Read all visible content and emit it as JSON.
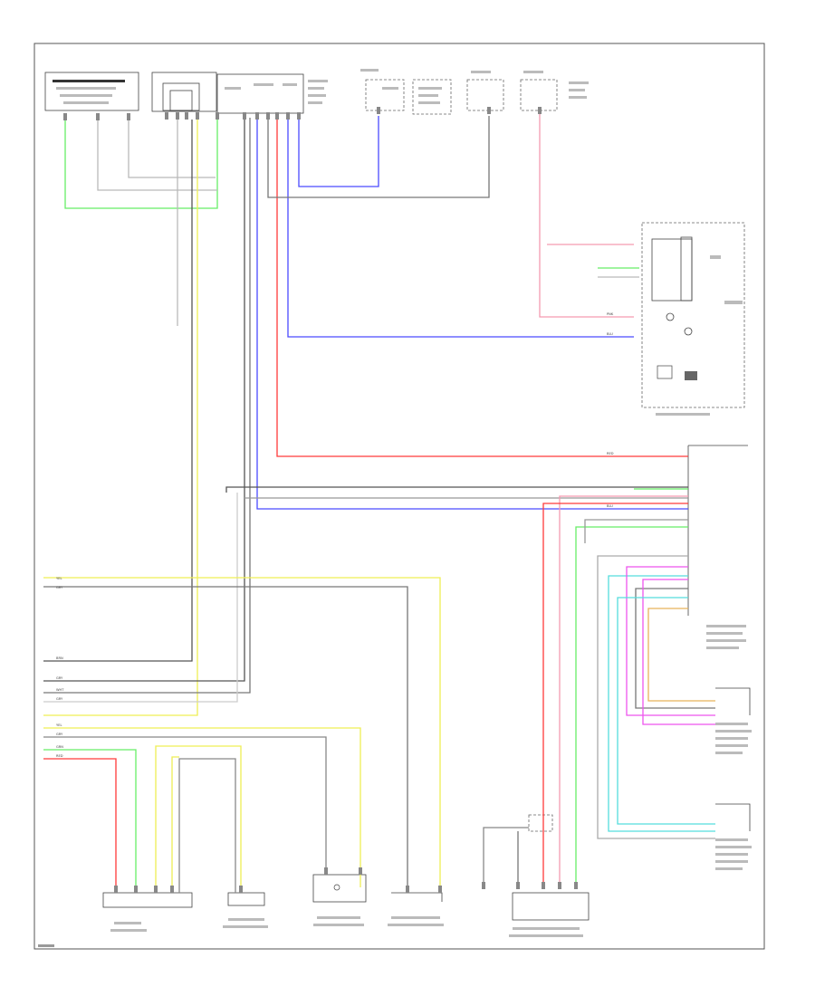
{
  "colors": {
    "green": "#66ee66",
    "gray": "#b9b9b9",
    "dark": "#555555",
    "blue": "#4a4aff",
    "red": "#ff3a3a",
    "pink": "#f59ab0",
    "yellow": "#efef55",
    "magenta": "#ee55ee",
    "cyan": "#55dddd",
    "orange": "#e8b25a",
    "lightgray": "#d6d6d6"
  },
  "wires": {
    "labels": {
      "w1": "GRN",
      "w2": "BRN",
      "w3": "GRY",
      "w4": "BLU",
      "w5": "RED",
      "w6": "PNK",
      "w7": "YEL",
      "w8": "WHT"
    }
  }
}
